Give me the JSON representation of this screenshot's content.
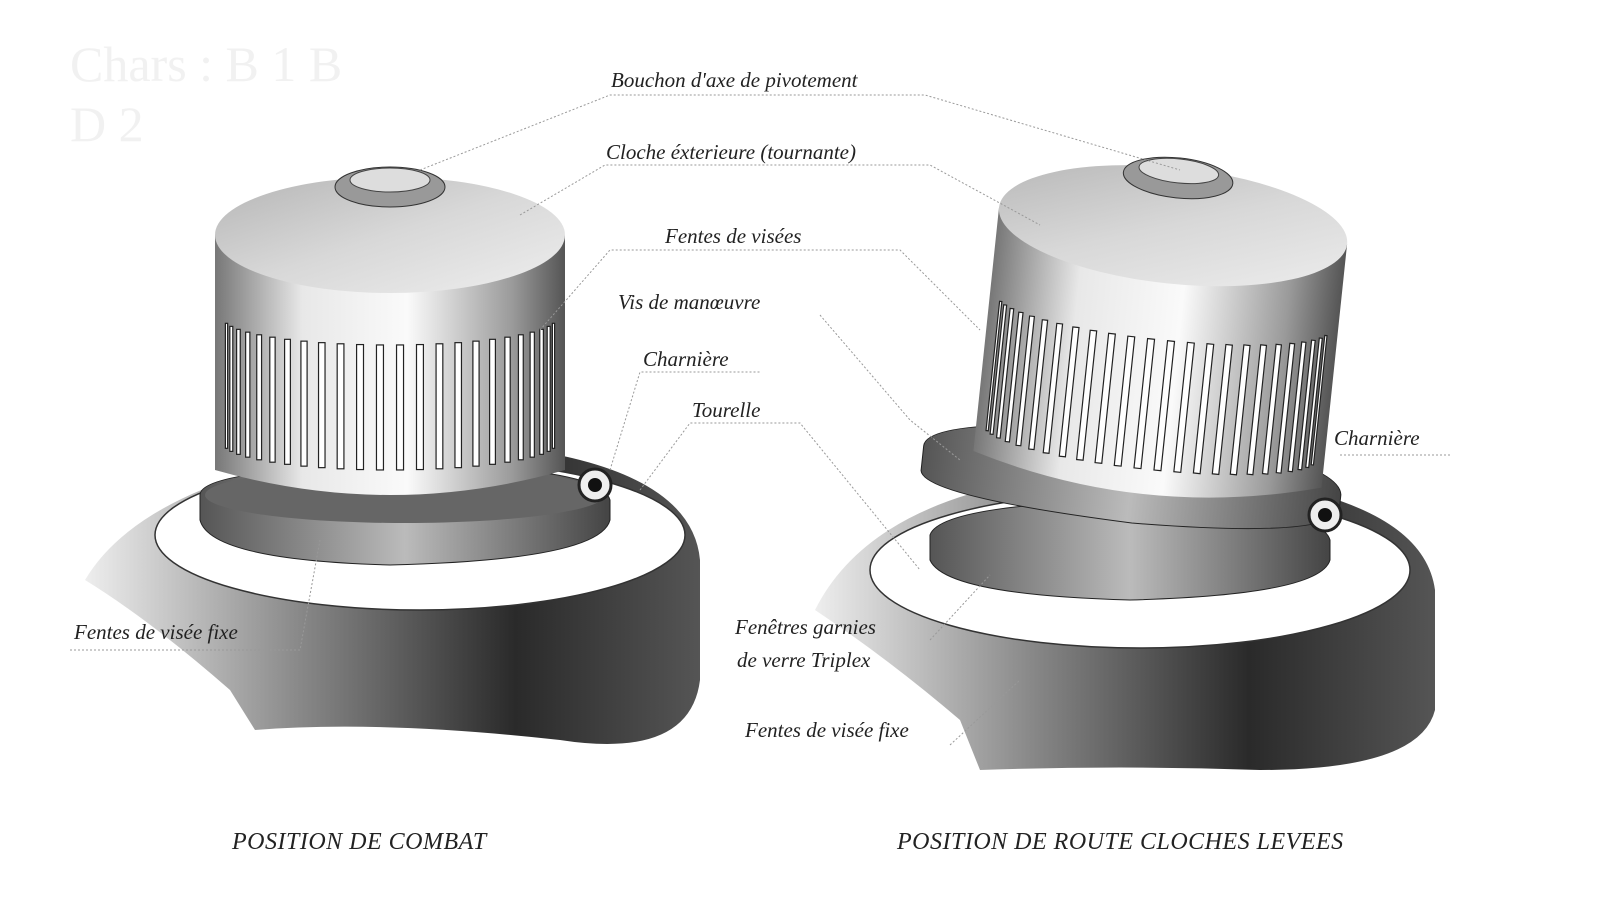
{
  "ghost_text": [
    "Chars : B 1 B",
    "D 2"
  ],
  "labels": {
    "bouchon": "Bouchon d'axe de pivotement",
    "cloche": "Cloche éxterieure (tournante)",
    "fentes_visees": "Fentes de visées",
    "vis": "Vis de manœuvre",
    "charniere_left": "Charnière",
    "tourelle": "Tourelle",
    "charniere_right": "Charnière",
    "fentes_fixe_left": "Fentes de visée fixe",
    "fenetres_1": "Fenêtres garnies",
    "fenetres_2": "de verre Triplex",
    "fentes_fixe_right": "Fentes de visée fixe"
  },
  "captions": {
    "left": "POSITION DE COMBAT",
    "right": "POSITION DE ROUTE CLOCHES LEVEES"
  }
}
